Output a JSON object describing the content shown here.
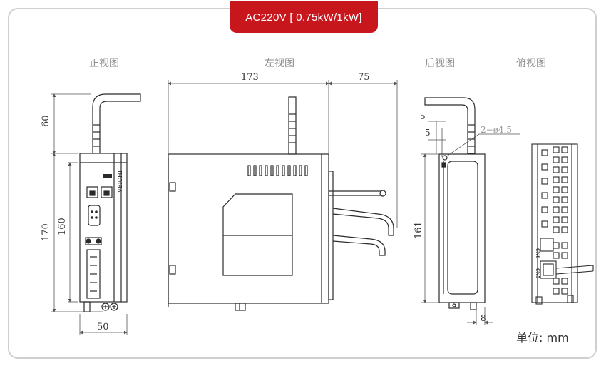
{
  "header": {
    "badge": "AC220V [ 0.75kW/1kW]"
  },
  "views": {
    "front": "正视图",
    "left": "左视图",
    "rear": "后视图",
    "top": "俯视图"
  },
  "dimensions": {
    "front_height_antenna": "60",
    "front_height_total": "170",
    "front_height_body": "160",
    "front_width": "50",
    "left_depth": "173",
    "left_cable": "75",
    "rear_offset_a": "5",
    "rear_offset_b": "5",
    "rear_holes": "2−ø4.5",
    "rear_height": "161",
    "rear_bottom": "8"
  },
  "labels": {
    "brand_vertical": "VEICHI",
    "connector_cn6": "CN6",
    "connector_cn5": "CN5"
  },
  "unit": "单位: mm",
  "colors": {
    "accent": "#c8161d",
    "line": "#2b2b2b",
    "dim": "#555555"
  }
}
